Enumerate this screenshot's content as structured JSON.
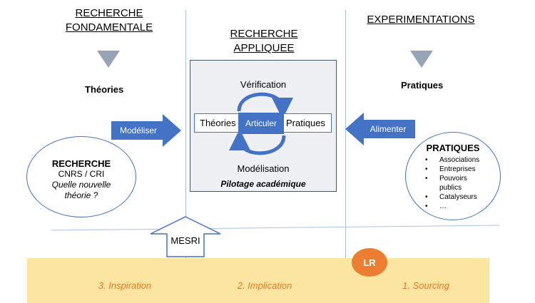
{
  "columns": {
    "left": {
      "title_line1": "RECHERCHE",
      "title_line2": "FONDAMENTALE",
      "subtitle": "Théories"
    },
    "center": {
      "title_line1": "RECHERCHE",
      "title_line2": "APPLIQUEE"
    },
    "right": {
      "title": "EXPERIMENTATIONS",
      "subtitle": "Pratiques"
    }
  },
  "center_box": {
    "top_label": "Vérification",
    "left_word": "Théories",
    "middle_word": "Articuler",
    "right_word": "Pratiques",
    "bottom_label": "Modélisation",
    "footer": "Pilotage académique"
  },
  "arrows": {
    "left": "Modéliser",
    "right": "Alimenter",
    "up": "MESRI"
  },
  "left_circle": {
    "title": "RECHERCHE",
    "line1": "CNRS / CRI",
    "line2": "Quelle nouvelle",
    "line3": "théorie ?"
  },
  "right_circle": {
    "title": "PRATIQUES",
    "items": [
      "Associations",
      "Entreprises",
      "Pouvoirs publics",
      "Catalyseurs",
      "…"
    ]
  },
  "band": {
    "left": "3. Inspiration",
    "center": "2. Implication",
    "right": "1. Sourcing",
    "badge": "LR"
  },
  "colors": {
    "blue": "#4472c4",
    "orange": "#ed7d31",
    "band": "#fbe5a0",
    "triangle": "#97a3b6"
  }
}
